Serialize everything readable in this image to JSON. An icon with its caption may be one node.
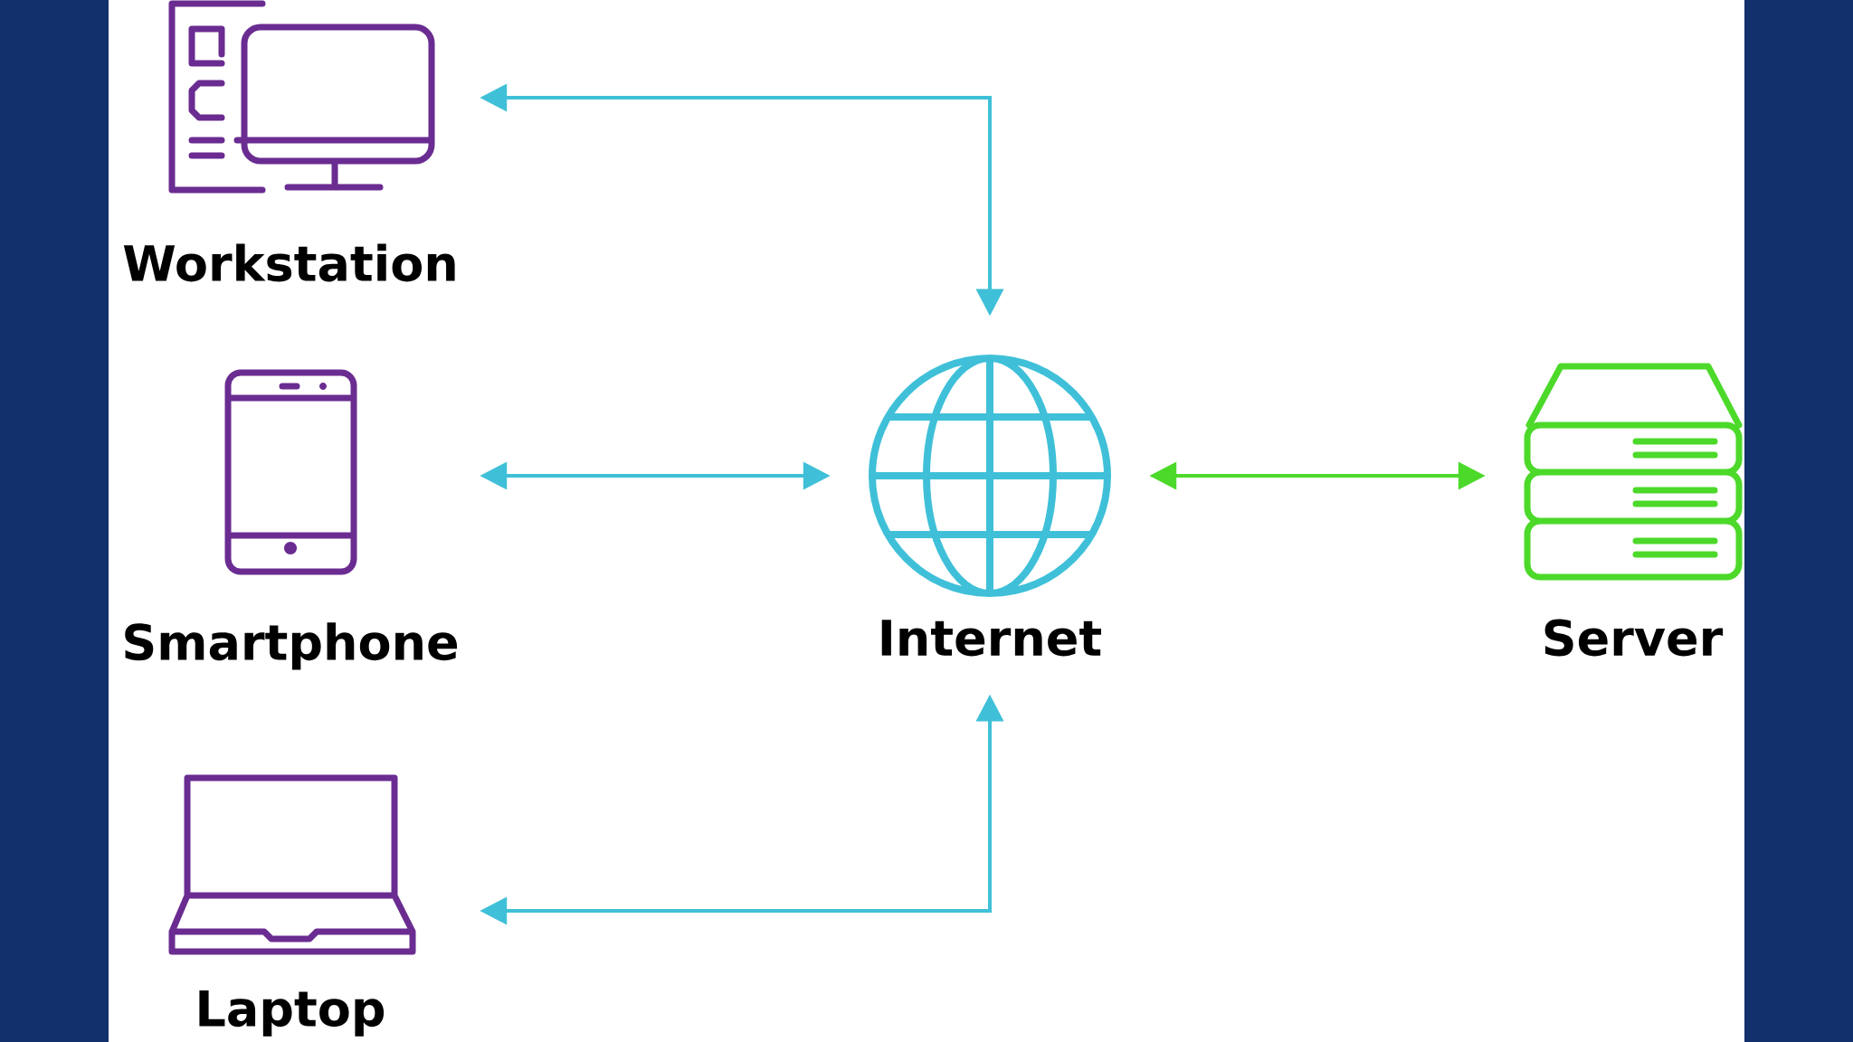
{
  "diagram": {
    "nodes": [
      {
        "text": [
          "Workstation"
        ]
      },
      {
        "text": [
          "Smartphone"
        ]
      },
      {
        "text": [
          "Laptop"
        ]
      },
      {
        "text": [
          "Internet"
        ]
      },
      {
        "text": [
          "Server"
        ]
      }
    ],
    "edges": [
      {
        "from": 0,
        "to": 3,
        "arrow": "both"
      },
      {
        "from": 1,
        "to": 3,
        "arrow": "both"
      },
      {
        "from": 2,
        "to": 3,
        "arrow": "both"
      },
      {
        "from": 3,
        "to": 4,
        "arrow": "both",
        "color": "#4cd92a"
      }
    ]
  }
}
